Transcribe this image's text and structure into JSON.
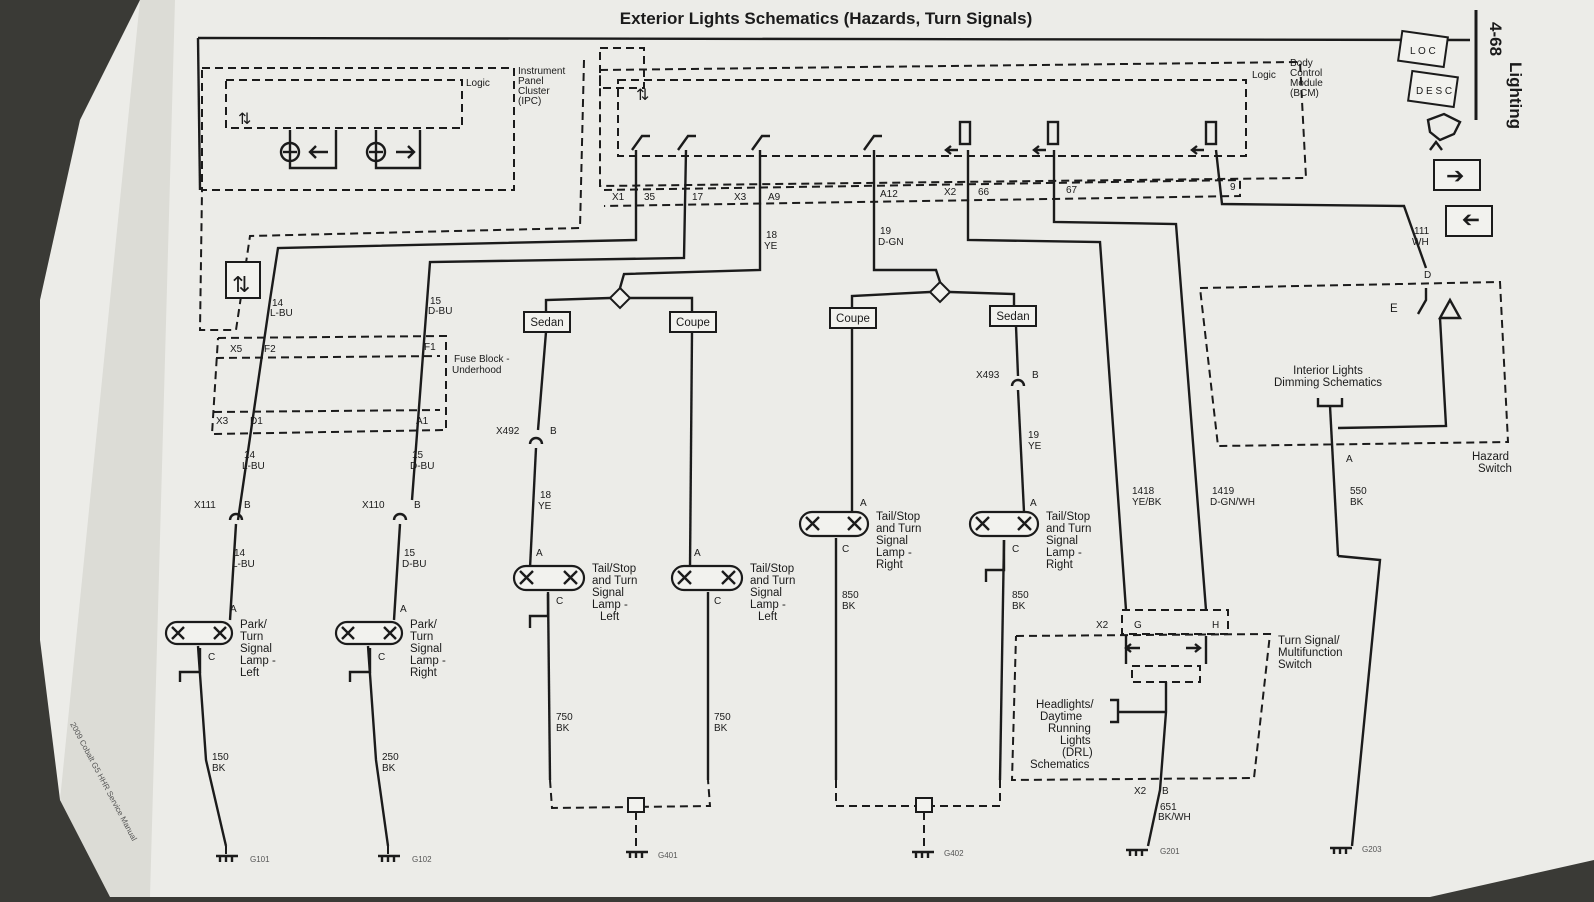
{
  "colors": {
    "paper": "#ecece8",
    "ink": "#1b1b1b",
    "background": "#3a3a36"
  },
  "title": "Exterior Lights Schematics (Hazards, Turn Signals)",
  "side_tab": {
    "page": "4-68",
    "section": "Lighting",
    "loc": "L O C",
    "desc": "D E S C"
  },
  "modules": {
    "ipc": {
      "name": "Instrument Panel Cluster (IPC)",
      "logic": "Logic"
    },
    "bcm": {
      "name": "Body Control Module (BCM)",
      "logic": "Logic"
    },
    "fuse": {
      "name": "Fuse Block - Underhood"
    },
    "hazard": {
      "name": "Hazard Switch",
      "inner": "Interior Lights Dimming Schematics"
    },
    "turn": {
      "name": "Turn Signal/ Multifunction Switch",
      "inner": "Headlights/ Daytime Running Lights (DRL) Schematics"
    }
  },
  "connectors": {
    "x1": "X1",
    "p35": "35",
    "p17": "17",
    "x3": "X3",
    "a9": "A9",
    "a12": "A12",
    "x2": "X2",
    "p66": "66",
    "p67": "67",
    "p9": "9",
    "x5": "X5",
    "f2": "F2",
    "f1": "F1",
    "x3b": "X3",
    "d1": "D1",
    "a1": "A1",
    "x111": "X111",
    "x110": "X110",
    "x492": "X492",
    "x493": "X493",
    "b": "B",
    "a": "A",
    "c": "C",
    "d": "D",
    "g": "G",
    "h": "H"
  },
  "wires": {
    "w14a": "14",
    "w14b": "L-BU",
    "w15a": "15",
    "w15b": "D-BU",
    "w18a": "18",
    "w18b": "YE",
    "w19a": "19",
    "w19b": "D-GN",
    "w19ya": "19",
    "w19yb": "YE",
    "w111a": "111",
    "w111b": "WH",
    "w1418a": "1418",
    "w1418b": "YE/BK",
    "w1419a": "1419",
    "w1419b": "D-GN/WH",
    "w550a": "550",
    "w550b": "BK",
    "w150a": "150",
    "w150b": "BK",
    "w250a": "250",
    "w250b": "BK",
    "w750a": "750",
    "w750b": "BK",
    "w850a": "850",
    "w850b": "BK",
    "w651a": "651",
    "w651b": "BK/WH"
  },
  "branches": {
    "sedan": "Sedan",
    "coupe": "Coupe"
  },
  "lamps": {
    "park_left": [
      "Park/",
      "Turn",
      "Signal",
      "Lamp -",
      "Left"
    ],
    "park_right": [
      "Park/",
      "Turn",
      "Signal",
      "Lamp -",
      "Right"
    ],
    "tail_left": [
      "Tail/Stop",
      "and Turn",
      "Signal",
      "Lamp -",
      "Left"
    ],
    "tail_right": [
      "Tail/Stop",
      "and Turn",
      "Signal",
      "Lamp -",
      "Right"
    ]
  },
  "grounds": {
    "g101": "G101",
    "g102": "G102",
    "g401": "G401",
    "g402": "G402",
    "g201": "G201",
    "g203": "G203"
  },
  "footer_note": "2009 Cobalt G5 HHR Service Manual"
}
